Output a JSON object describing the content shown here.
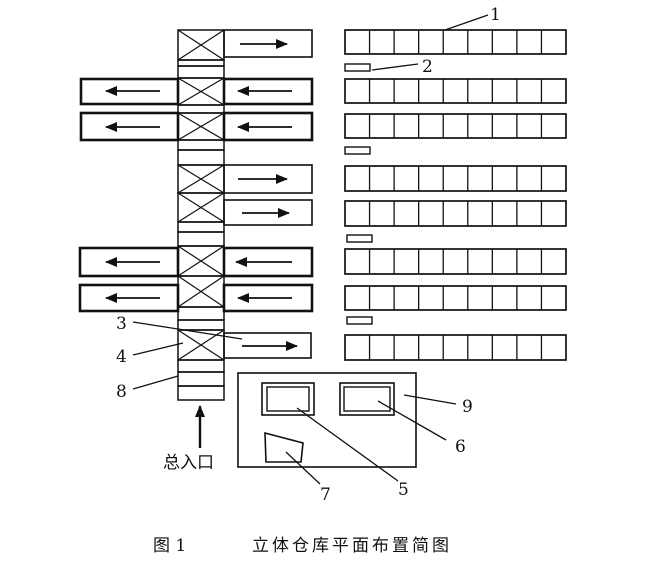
{
  "labels": {
    "l1": "1",
    "l2": "2",
    "l3": "3",
    "l4": "4",
    "l5": "5",
    "l6": "6",
    "l7": "7",
    "l8": "8",
    "l9": "9"
  },
  "entrance": "总入口",
  "caption": {
    "figure": "图 1",
    "title": "立体仓库平面布置简图"
  }
}
